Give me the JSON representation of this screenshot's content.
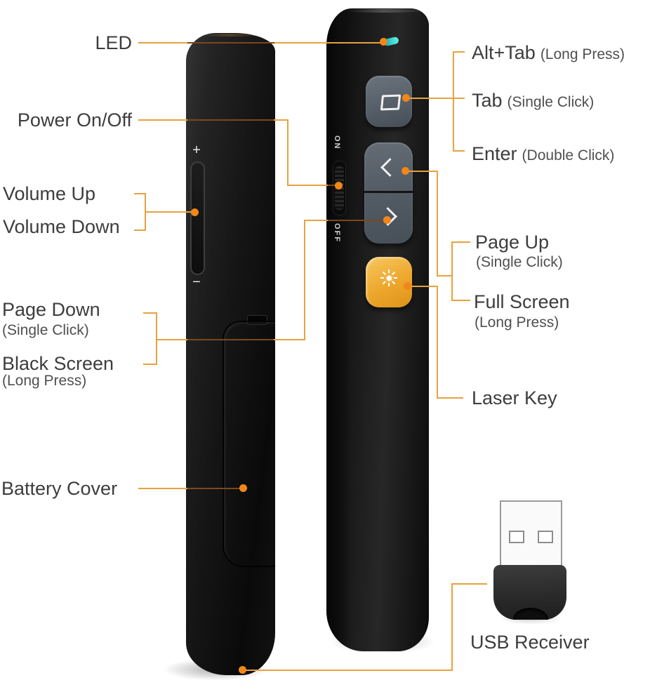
{
  "colors": {
    "annotation_line": "#E6A23F",
    "annotation_dot": "#F28718",
    "laser_button": "#EDA72C",
    "led": "#3FD9D4",
    "gray_button": "#5A626B",
    "label_text": "#3D3D3D"
  },
  "left_labels": {
    "led": "LED",
    "power": "Power On/Off",
    "volume_up": "Volume Up",
    "volume_down": "Volume Down",
    "page_down": "Page Down",
    "page_down_sub": "(Single Click)",
    "black_screen": "Black Screen",
    "black_screen_sub": "(Long Press)",
    "battery_cover": "Battery Cover"
  },
  "right_labels": {
    "alt_tab": "Alt+Tab",
    "alt_tab_sub": "(Long Press)",
    "tab": "Tab",
    "tab_sub": "(Single Click)",
    "enter": "Enter",
    "enter_sub": "(Double Click)",
    "page_up": "Page Up",
    "page_up_sub": "(Single Click)",
    "full_screen": "Full Screen",
    "full_screen_sub": "(Long Press)",
    "laser_key": "Laser Key",
    "usb_receiver": "USB Receiver"
  },
  "device": {
    "on": "ON",
    "off": "OFF",
    "volume_plus": "+",
    "volume_minus": "−"
  }
}
